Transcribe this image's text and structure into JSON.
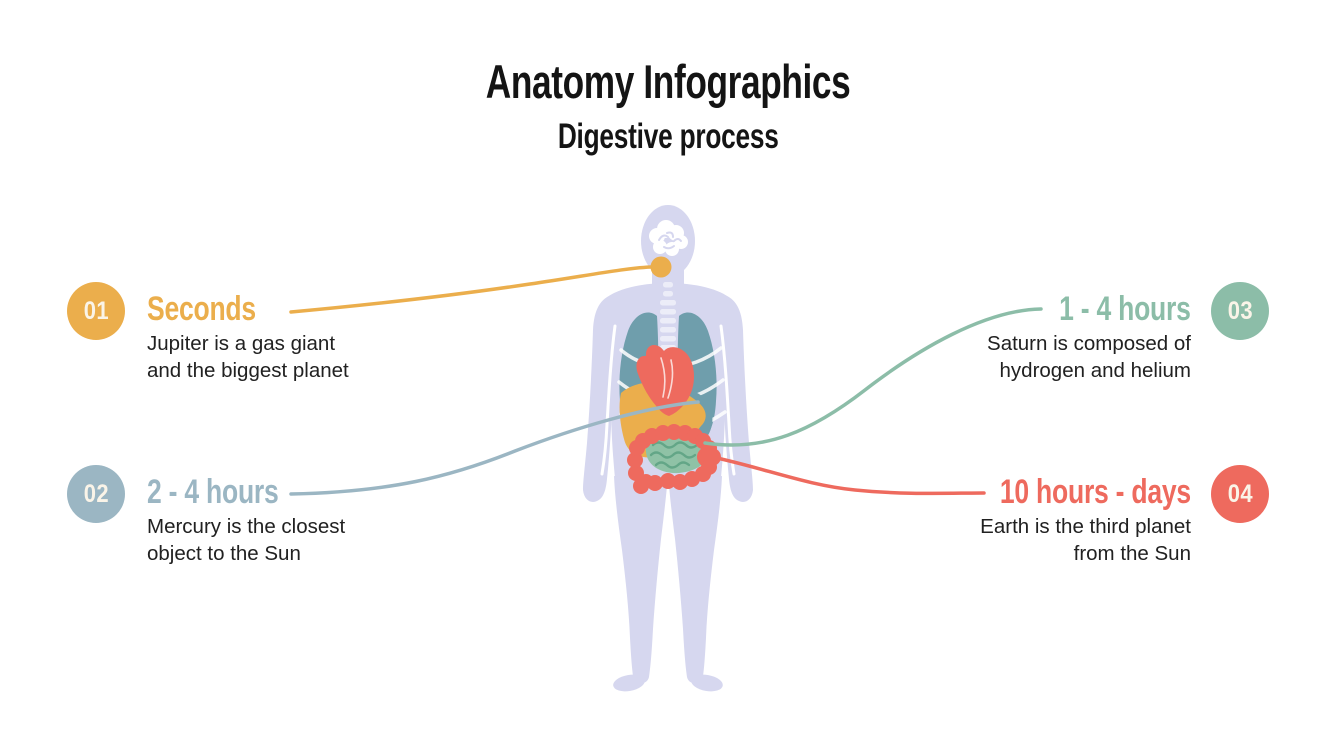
{
  "title": "Anatomy Infographics",
  "subtitle": "Digestive process",
  "callouts": [
    {
      "number": "01",
      "heading": "Seconds",
      "body": "Jupiter is a gas giant\nand the biggest planet",
      "color": "#EBAE4C",
      "side": "left"
    },
    {
      "number": "02",
      "heading": "2 - 4 hours",
      "body": "Mercury is the closest\nobject to the Sun",
      "color": "#9BB6C3",
      "side": "left"
    },
    {
      "number": "03",
      "heading": "1 - 4 hours",
      "body": "Saturn is composed of\nhydrogen and helium",
      "color": "#8CBDA8",
      "side": "right"
    },
    {
      "number": "04",
      "heading": "10 hours - days",
      "body": "Earth is the third planet\nfrom the Sun",
      "color": "#EE6A5E",
      "side": "right"
    }
  ],
  "styles": {
    "background": "#FFFFFF",
    "title_color": "#141414",
    "text_color": "#212121",
    "number_color": "#FAF4E8"
  },
  "illustration": {
    "name": "human-digestive-system",
    "body_color": "#D6D7EF",
    "mouth_marker_color": "#EBAE4C",
    "organ_colors": {
      "brain": "#FFFFFF",
      "spine": "#ECEDF8",
      "lungs": "#6F9EAC",
      "heart": "#EE6A5E",
      "liver": "#EBAE4C",
      "stomach": "#6F9EAC",
      "large_intestine": "#EE6A5E",
      "small_intestine": "#8FC2A6",
      "intestine_detail": "#63A687"
    }
  }
}
